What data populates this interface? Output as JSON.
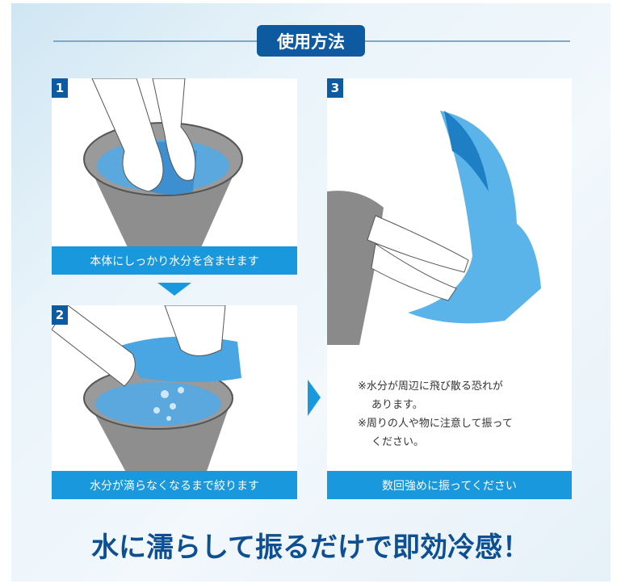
{
  "title": "使用方法",
  "steps": [
    {
      "number": "1",
      "caption": "本体にしっかり水分を含ませます"
    },
    {
      "number": "2",
      "caption": "水分が滴らなくなるまで絞ります"
    },
    {
      "number": "3",
      "caption": "数回強めに振ってください",
      "notes": [
        "※水分が周辺に飛び散る恐れが",
        "あります。",
        "※周りの人や物に注意して振って",
        "ください。"
      ]
    }
  ],
  "headline": "水に濡らして振るだけで即効冷感！",
  "colors": {
    "brand": "#0d5aa0",
    "caption": "#1a98dd",
    "headline": "#0d4f92"
  }
}
